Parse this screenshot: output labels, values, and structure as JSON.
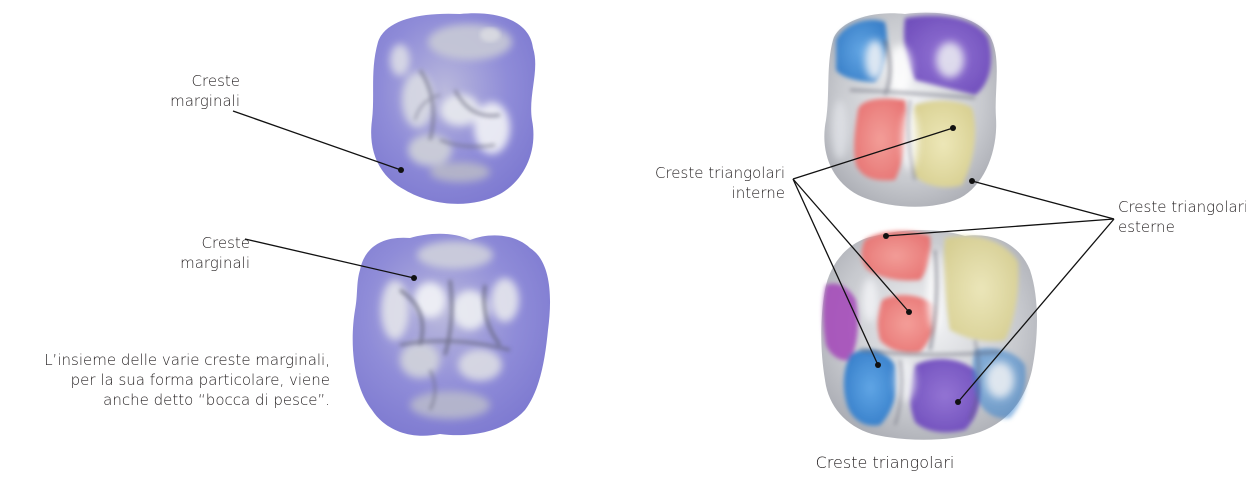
{
  "labels": {
    "creste_marginali_top": [
      "Creste",
      "marginali"
    ],
    "creste_marginali_bottom": [
      "Creste",
      "marginali"
    ],
    "note": [
      "L’insieme delle varie creste marginali,",
      "per la sua forma particolare, viene",
      "anche detto “bocca di pesce”."
    ],
    "creste_triangolari_interne": [
      "Creste triangolari",
      "interne"
    ],
    "creste_triangolari_esterne": [
      "Creste triangolari",
      "esterne"
    ],
    "caption": "Creste triangolari"
  },
  "colors": {
    "tooth_purple": "#8a86d6",
    "tooth_grey": "#c9cacd",
    "tooth_white": "#eef0f2",
    "ridge_red": "#ef7f7d",
    "ridge_yellow": "#e4dca0",
    "ridge_blue": "#3d8bd6",
    "ridge_violet": "#7c57c9",
    "ridge_magenta": "#a346b8",
    "leader_line": "#111111"
  }
}
